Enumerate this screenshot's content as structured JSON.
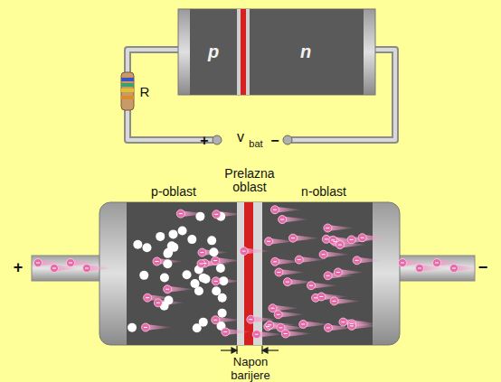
{
  "diagram": {
    "nodes": [
      {
        "text": [
          "p"
        ]
      },
      {
        "text": [
          "n"
        ]
      }
    ],
    "labels": [
      "R",
      "+",
      "v",
      "bat",
      "−",
      "Prelazna oblast",
      "p-oblast",
      "n-oblast",
      "+",
      "−",
      "Napon barijere"
    ]
  }
}
